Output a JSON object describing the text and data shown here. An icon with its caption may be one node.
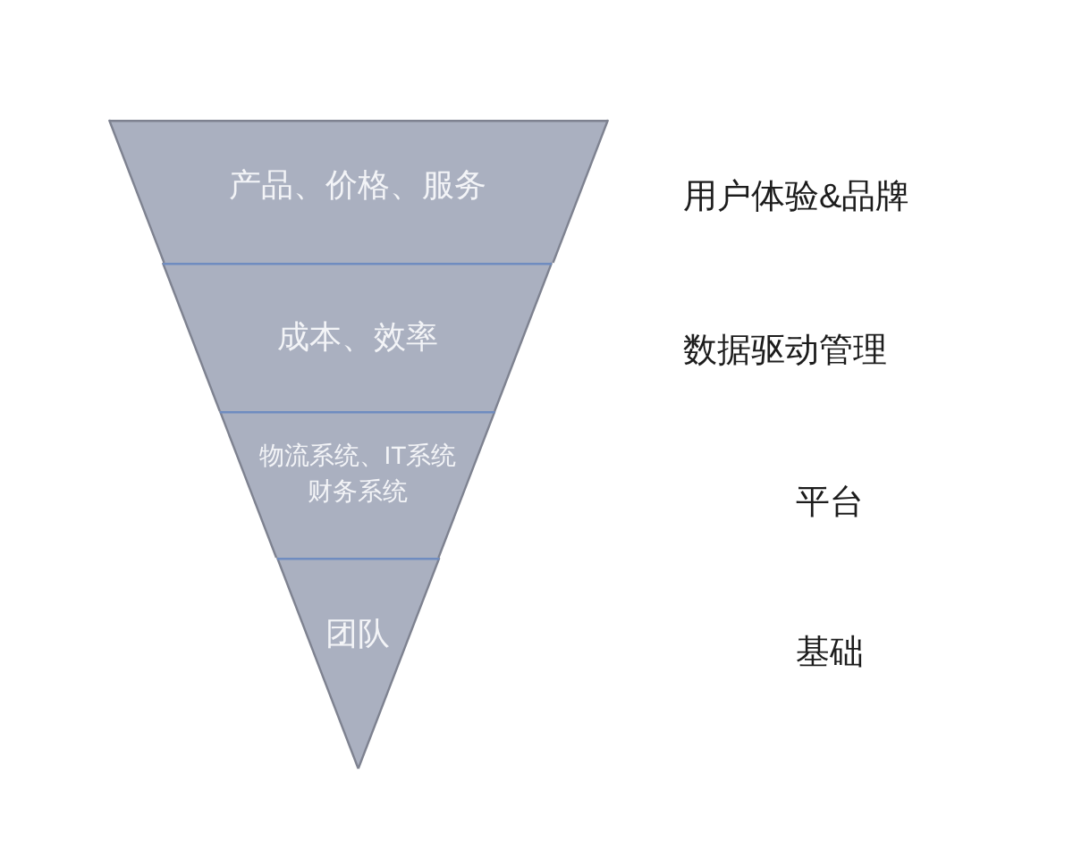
{
  "diagram": {
    "nodes": [
      {
        "text": [
          "产品、价格、服务"
        ]
      },
      {
        "text": [
          "成本、效率"
        ]
      },
      {
        "text": [
          "物流系统、IT系统财务系统"
        ]
      },
      {
        "text": [
          "团队"
        ]
      }
    ],
    "labels": [
      "用户体验&品牌",
      "数据驱动管理",
      "平台",
      "基础"
    ]
  }
}
